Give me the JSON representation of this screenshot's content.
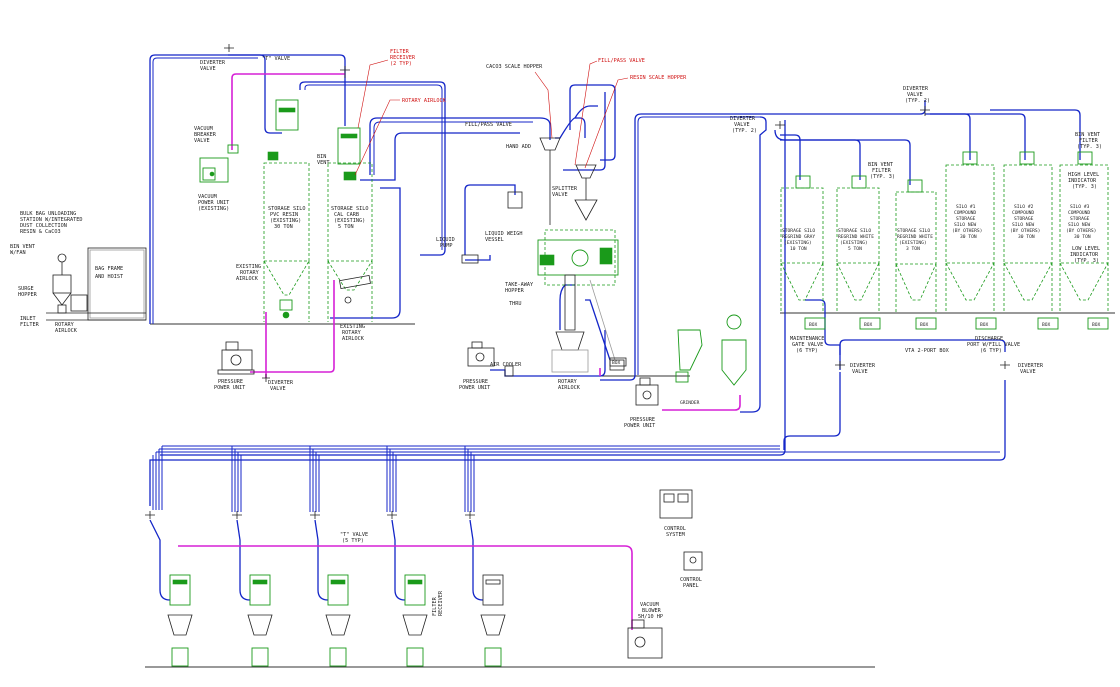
{
  "labels": {
    "diverter_valve_top": [
      "DIVERTER",
      "VALVE"
    ],
    "t_valve_top": "\"T\" VALVE",
    "filter_receiver_top": [
      "FILTER",
      "RECEIVER",
      "(2 TYP)"
    ],
    "rotary_airlock_top": "ROTARY AIRLOCK",
    "vacuum_breaker": [
      "VACUUM",
      "BREAKER",
      "VALVE"
    ],
    "vacuum_power_unit": [
      "VACUUM",
      "POWER UNIT",
      "(EXISTING)"
    ],
    "bin_vent_mid": [
      "BIN",
      "VENT"
    ],
    "silo_pvc": [
      "STORAGE SILO",
      "PVC RESIN",
      "(EXISTING)",
      "30 TON"
    ],
    "silo_cal_carb": [
      "STORAGE SILO",
      "CAL CARB",
      "(EXISTING)",
      "5 TON"
    ],
    "existing_rotary_airlock_a": [
      "EXISTING",
      "ROTARY",
      "AIRLOCK"
    ],
    "existing_rotary_airlock_b": [
      "EXISTING",
      "ROTARY",
      "AIRLOCK"
    ],
    "bulk_bag": [
      "BULK BAG UNLOADING",
      "STATION W/INTEGRATED",
      "DUST COLLECTION",
      "RESIN & CaCO3"
    ],
    "bin_vent_fan": [
      "BIN VENT",
      "W/FAN"
    ],
    "surge_hopper": [
      "SURGE",
      "HOPPER"
    ],
    "inlet_filter": [
      "INLET",
      "FILTER"
    ],
    "rotary_airlock_left": [
      "ROTARY",
      "AIRLOCK"
    ],
    "bag_frame": [
      "BAG FRAME",
      "AND HOIST"
    ],
    "pressure_power_unit_1": [
      "PRESSURE",
      "POWER UNIT"
    ],
    "diverter_valve_1": [
      "DIVERTER",
      "VALVE"
    ],
    "caco3_scale_hopper": "CACO3 SCALE HOPPER",
    "fill_pass_valve_top": "FILL/PASS VALVE",
    "resin_scale_hopper": "RESIN SCALE HOPPER",
    "fill_pass_valve_mid": "FILL/PASS VALVE",
    "hand_add": "HAND ADD",
    "splitter_valve": [
      "SPLITTER",
      "VALVE"
    ],
    "liquid_weigh_vessel": [
      "LIQUID WEIGH",
      "VESSEL"
    ],
    "liquid_pump": [
      "LIQUID",
      "PUMP"
    ],
    "take_away_hopper": [
      "TAKE-AWAY",
      "HOPPER"
    ],
    "thru": "THRU",
    "rotary_airlock_center": [
      "ROTARY",
      "AIRLOCK"
    ],
    "air_cooler": "AIR COOLER",
    "pressure_power_unit_2": [
      "PRESSURE",
      "POWER UNIT"
    ],
    "pressure_power_unit_3": [
      "PRESSURE",
      "POWER UNIT"
    ],
    "grinder": "GRINDER",
    "diverter_valve_typ2": [
      "DIVERTER",
      "VALVE",
      "(TYP. 2)"
    ],
    "diverter_valve_typ2b": [
      "DIVERTER",
      "VALVE",
      "(TYP. 2)"
    ],
    "bin_vent_filter_typ3a": [
      "BIN VENT",
      "FILTER",
      "(TYP. 3)"
    ],
    "bin_vent_filter_typ3b": [
      "BIN VENT",
      "FILTER",
      "(TYP. 3)"
    ],
    "high_level_indicator": [
      "HIGH LEVEL",
      "INDICATOR",
      "(TYP. 3)"
    ],
    "low_level_indicator": [
      "LOW LEVEL",
      "INDICATOR",
      "(TYP. 3)"
    ],
    "silo_regrind_gray": [
      "STORAGE SILO",
      "REGRIND GRAY",
      "(EXISTING)",
      "10 TON"
    ],
    "silo_regrind_white": [
      "STORAGE SILO",
      "REGRIND WHITE",
      "(EXISTING)",
      "5 TON"
    ],
    "silo_regrind_white2": [
      "STORAGE SILO",
      "REGRIND WHITE",
      "(EXISTING)",
      "3 TON"
    ],
    "silo_1": [
      "SILO #1",
      "COMPOUND",
      "STORAGE",
      "SILO NEW",
      "(BY OTHERS)",
      "30 TON"
    ],
    "silo_2": [
      "SILO #2",
      "COMPOUND",
      "STORAGE",
      "SILO NEW",
      "(BY OTHERS)",
      "30 TON"
    ],
    "silo_3": [
      "SILO #3",
      "COMPOUND",
      "STORAGE",
      "SILO NEW",
      "(BY OTHERS)",
      "30 TON"
    ],
    "maintenance_gate": [
      "MAINTENANCE",
      "GATE VALVE",
      "(6 TYP)"
    ],
    "vta_port": "VTA 2-PORT BOX",
    "discharge_port": [
      "DISCHARGE",
      "PORT W/FILL VALVE",
      "(6 TYP)"
    ],
    "diverter_valve_a": [
      "DIVERTER",
      "VALVE"
    ],
    "diverter_valve_b": [
      "DIVERTER",
      "VALVE"
    ],
    "box": "BOX",
    "control_system": [
      "CONTROL",
      "SYSTEM"
    ],
    "control_panel": [
      "CONTROL",
      "PANEL"
    ],
    "t_valve_bottom": [
      "\"T\" VALVE",
      "(5 TYP)"
    ],
    "filter_receiver_bottom": [
      "FILTER",
      "RECEIVER"
    ],
    "vacuum_blower": [
      "VACUUM",
      "BLOWER",
      "5H/10 HP"
    ]
  },
  "colors": {
    "conveying_line": "#1426c8",
    "vacuum_line": "#d621d6",
    "equipment": "#1a9a1a",
    "callout": "#d01010",
    "linework": "#222222"
  }
}
